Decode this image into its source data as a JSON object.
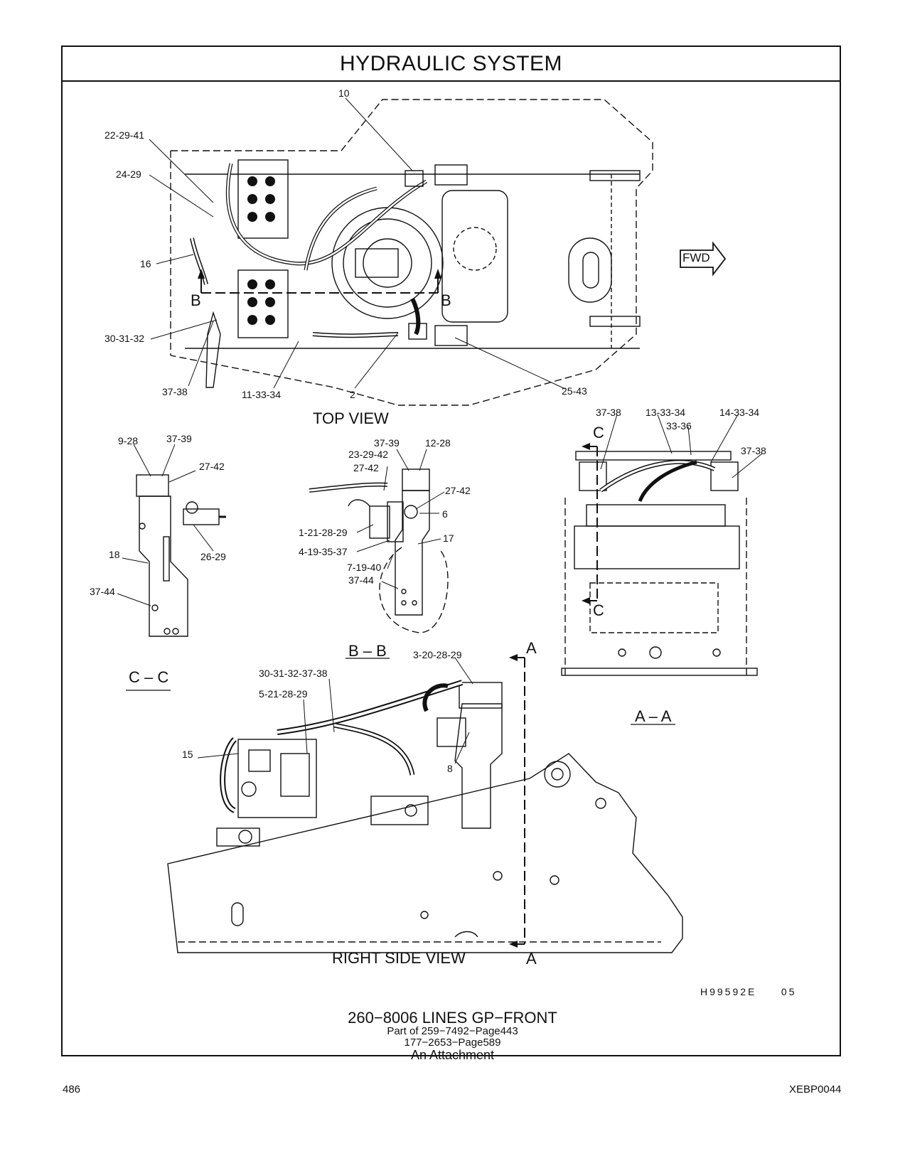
{
  "title": "HYDRAULIC   SYSTEM",
  "views": {
    "top": "TOP VIEW",
    "right_side": "RIGHT SIDE VIEW",
    "section_bb": "B – B",
    "section_cc": "C – C",
    "section_aa": "A – A"
  },
  "fwd_label": "FWD",
  "section_markers": {
    "b_left": "B",
    "b_right": "B",
    "c_top": "C",
    "c_bottom": "C",
    "a_top": "A",
    "a_bottom": "A"
  },
  "callouts": {
    "top_view": [
      "10",
      "22-29-41",
      "24-29",
      "16",
      "30-31-32",
      "37-38",
      "11-33-34",
      "2",
      "25-43"
    ],
    "section_cc": [
      "9-28",
      "37-39",
      "27-42",
      "18",
      "26-29",
      "37-44"
    ],
    "section_bb": [
      "37-39",
      "12-28",
      "23-29-42",
      "27-42",
      "27-42",
      "6",
      "1-21-28-29",
      "4-19-35-37",
      "17",
      "7-19-40",
      "37-44"
    ],
    "section_aa": [
      "37-38",
      "13-33-34",
      "33-36",
      "14-33-34",
      "37-38"
    ],
    "right_side": [
      "3-20-28-29",
      "30-31-32-37-38",
      "5-21-28-29",
      "15",
      "8"
    ]
  },
  "drawing_ref": "H99592E     05",
  "footer": {
    "line1": "260−8006  LINES GP−FRONT",
    "line2": "Part of 259−7492−Page443",
    "line3": "177−2653−Page589",
    "line4": "An Attachment"
  },
  "page_number": "486",
  "doc_code": "XEBP0044"
}
